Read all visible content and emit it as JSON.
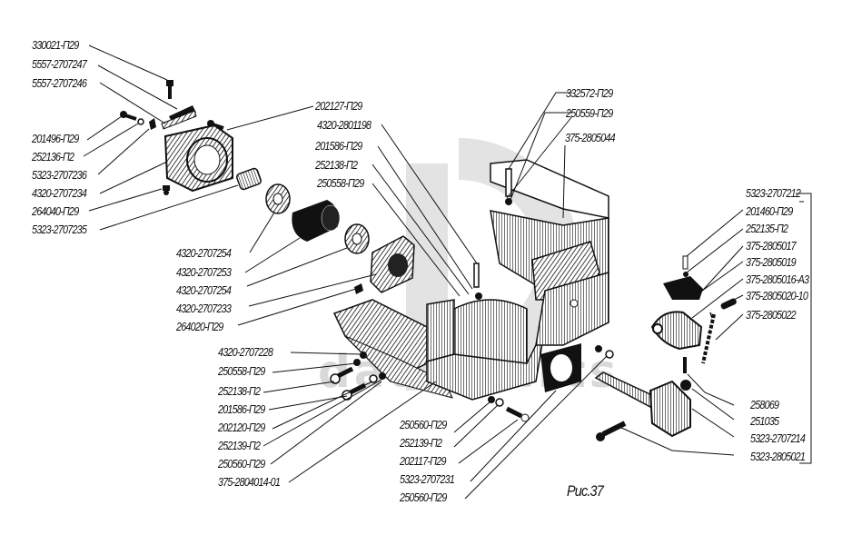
{
  "figure": {
    "caption": "Рис.37",
    "watermark": "data parts",
    "watermark_logo": "dp"
  },
  "parts": {
    "p01": "330021-П29",
    "p02": "5557-2707247",
    "p03": "5557-2707246",
    "p04": "201496-П29",
    "p05": "252136-П2",
    "p06": "5323-2707236",
    "p07": "4320-2707234",
    "p08": "264040-П29",
    "p09": "5323-2707235",
    "p10": "202127-П29",
    "p11": "4320-2801198",
    "p12": "201586-П29",
    "p13": "252138-П2",
    "p14": "250558-П29",
    "p15": "332572-П29",
    "p16": "250559-П29",
    "p17": "375-2805044",
    "p18": "4320-2707254",
    "p19": "4320-2707253",
    "p20": "4320-2707254",
    "p21": "4320-2707233",
    "p22": "264020-П29",
    "p23": "4320-2707228",
    "p24": "250558-П29",
    "p25": "252138-П2",
    "p26": "201586-П29",
    "p27": "202120-П29",
    "p28": "252139-П2",
    "p29": "250560-П29",
    "p30": "375-2804014-01",
    "p31": "250560-П29",
    "p32": "252139-П2",
    "p33": "202117-П29",
    "p34": "5323-2707231",
    "p35": "250560-П29",
    "p36": "5323-2707212",
    "p37": "201460-П29",
    "p38": "252135-П2",
    "p39": "375-2805017",
    "p40": "375-2805019",
    "p41": "375-2805016-А3",
    "p42": "375-2805020-10",
    "p43": "375-2805022",
    "p44": "258069",
    "p45": "251035",
    "p46": "5323-2707214",
    "p47": "5323-2805021"
  }
}
